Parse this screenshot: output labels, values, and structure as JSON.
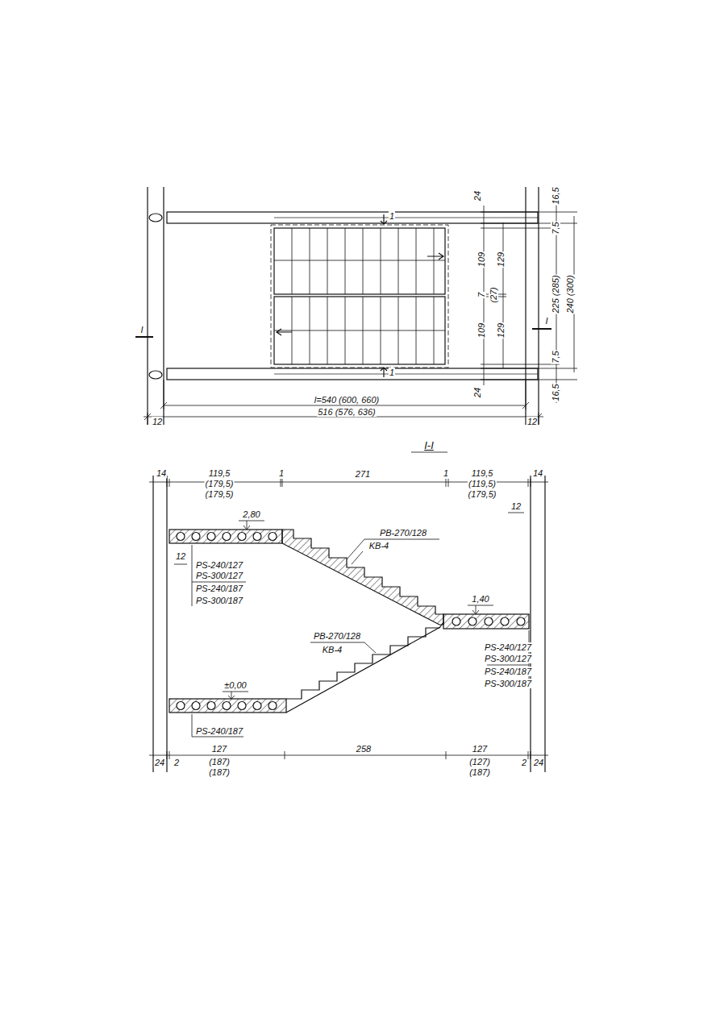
{
  "diagram": {
    "labels": [
      "24",
      "16,5",
      "7,5",
      "109",
      "129",
      "7",
      "(27)",
      "109",
      "129",
      "225 (285)",
      "240 (300)",
      "7,5",
      "24",
      "16,5",
      "1",
      "1",
      "I",
      "I",
      "l=540 (600, 660)",
      "516 (576, 636)",
      "12",
      "12",
      "I-I",
      "14",
      "119,5",
      "(179,5)",
      "(179,5)",
      "1",
      "271",
      "1",
      "119,5",
      "(119,5)",
      "(179,5)",
      "14",
      "2,80",
      "PB-270/128",
      "KB-4",
      "12",
      "12",
      "PS-240/127",
      "PS-300/127",
      "PS-240/187",
      "PS-300/187",
      "1,40",
      "PS-240/127",
      "PS-300/127",
      "PS-240/187",
      "PS-300/187",
      "PB-270/128",
      "KB-4",
      "±0,00",
      "PS-240/187",
      "24",
      "2",
      "127",
      "(187)",
      "(187)",
      "258",
      "127",
      "(127)",
      "(187)",
      "2",
      "24"
    ]
  }
}
